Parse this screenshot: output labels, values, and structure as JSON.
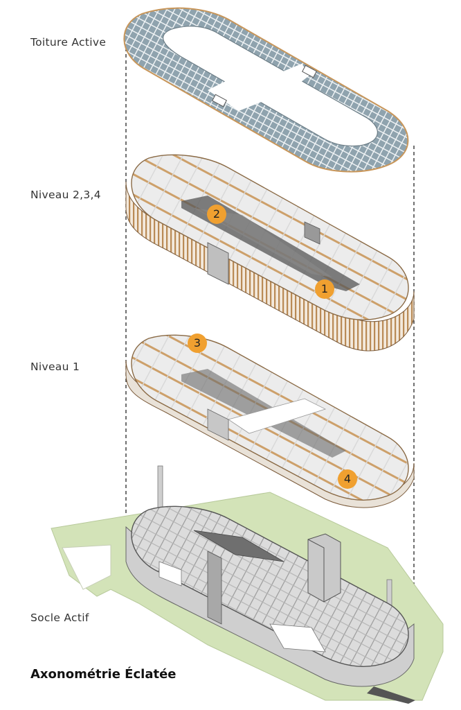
{
  "labels": {
    "toiture": "Toiture Active",
    "niveau234": "Niveau 2,3,4",
    "niveau1": "Niveau 1",
    "socle": "Socle Actif"
  },
  "title": "Axonométrie Éclatée",
  "markers": [
    "1",
    "2",
    "3",
    "4"
  ],
  "colors": {
    "marker": "#F0A030",
    "wood": "#C8965A",
    "glass": "#8FA3AE",
    "grass": "#D3E3B8",
    "floor": "#E6E6E6",
    "dashed": "#333333"
  }
}
